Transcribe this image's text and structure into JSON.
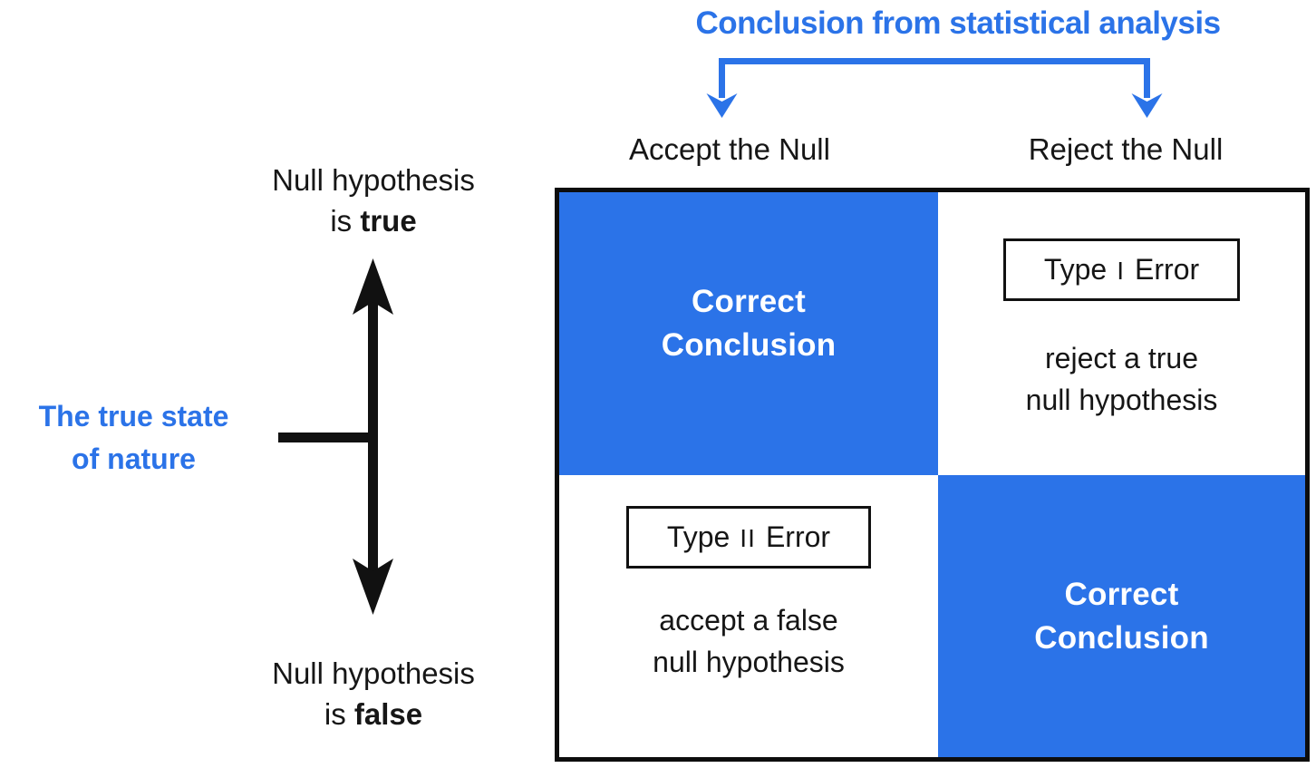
{
  "colors": {
    "blue": "#2B73E8",
    "black": "#111111",
    "white": "#FFFFFF"
  },
  "header": {
    "title": "Conclusion from statistical analysis"
  },
  "columns": {
    "left_label": "Accept the Null",
    "right_label": "Reject the Null"
  },
  "rows": {
    "axis_label_line1": "The true state",
    "axis_label_line2": "of nature",
    "top": {
      "line1": "Null hypothesis",
      "line2_prefix": "is ",
      "line2_bold": "true"
    },
    "bottom": {
      "line1": "Null hypothesis",
      "line2_prefix": "is ",
      "line2_bold": "false"
    }
  },
  "matrix": {
    "top_left": {
      "line1": "Correct",
      "line2": "Conclusion"
    },
    "top_right": {
      "badge_type": "Type",
      "badge_numeral": "I",
      "badge_error": "Error",
      "desc_line1": "reject a true",
      "desc_line2": "null hypothesis"
    },
    "bottom_left": {
      "badge_type": "Type",
      "badge_numeral": "II",
      "badge_error": "Error",
      "desc_line1": "accept a false",
      "desc_line2": "null hypothesis"
    },
    "bottom_right": {
      "line1": "Correct",
      "line2": "Conclusion"
    }
  }
}
